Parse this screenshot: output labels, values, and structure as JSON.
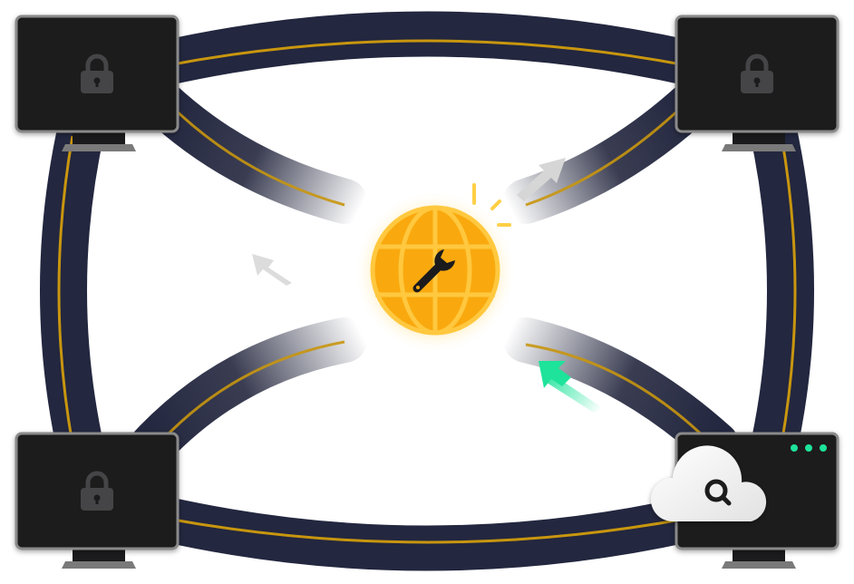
{
  "colors": {
    "ring": "#23273f",
    "gold_line": "#c8960f",
    "globe": "#f9a90e",
    "globe_lines": "#ffc83f",
    "monitor_screen": "#1b1b1d",
    "monitor_bezel": "#8a8a8a",
    "status_dots": "#1ee39a",
    "arrow_active": "#1ee39a",
    "arrow_inactive": "#d8d8d8"
  },
  "nodes": [
    {
      "id": "top-left",
      "icon": "lock-icon"
    },
    {
      "id": "top-right",
      "icon": "lock-icon"
    },
    {
      "id": "bottom-left",
      "icon": "lock-icon"
    },
    {
      "id": "bottom-right",
      "icon": "cloud-search-icon",
      "status_dots": 3
    }
  ],
  "center": {
    "icon": "globe-wrench-icon"
  }
}
